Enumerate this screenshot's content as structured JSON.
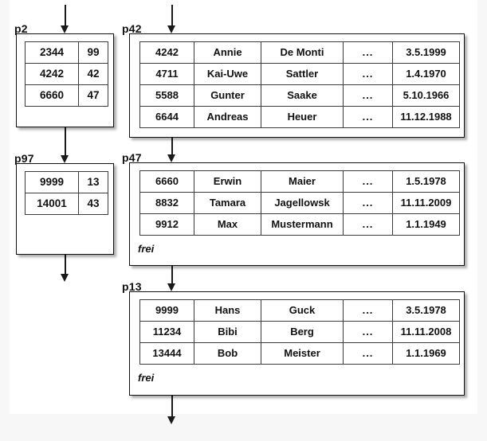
{
  "diagram": {
    "title": "B-tree index pages with data pages",
    "background_color": "#f7f7f7",
    "canvas_color": "#ffffff",
    "line_color": "#1a1a1a"
  },
  "index_pages": [
    {
      "caption": "p2",
      "rows": [
        {
          "key": "2344",
          "pointer": "99"
        },
        {
          "key": "4242",
          "pointer": "42"
        },
        {
          "key": "6660",
          "pointer": "47"
        }
      ]
    },
    {
      "caption": "p97",
      "rows": [
        {
          "key": "9999",
          "pointer": "13"
        },
        {
          "key": "14001",
          "pointer": "43"
        }
      ]
    }
  ],
  "data_pages": [
    {
      "caption": "p42",
      "free_label": "",
      "rows": [
        {
          "id": "4242",
          "first": "Annie",
          "last": "De Monti",
          "more": "...",
          "date": "3.5.1999"
        },
        {
          "id": "4711",
          "first": "Kai-Uwe",
          "last": "Sattler",
          "more": "...",
          "date": "1.4.1970"
        },
        {
          "id": "5588",
          "first": "Gunter",
          "last": "Saake",
          "more": "...",
          "date": "5.10.1966"
        },
        {
          "id": "6644",
          "first": "Andreas",
          "last": "Heuer",
          "more": "...",
          "date": "11.12.1988"
        }
      ]
    },
    {
      "caption": "p47",
      "free_label": "frei",
      "rows": [
        {
          "id": "6660",
          "first": "Erwin",
          "last": "Maier",
          "more": "...",
          "date": "1.5.1978"
        },
        {
          "id": "8832",
          "first": "Tamara",
          "last": "Jagellowsk",
          "more": "...",
          "date": "11.11.2009"
        },
        {
          "id": "9912",
          "first": "Max",
          "last": "Mustermann",
          "more": "...",
          "date": "1.1.1949"
        }
      ]
    },
    {
      "caption": "p13",
      "free_label": "frei",
      "rows": [
        {
          "id": "9999",
          "first": "Hans",
          "last": "Guck",
          "more": "...",
          "date": "3.5.1978"
        },
        {
          "id": "11234",
          "first": "Bibi",
          "last": "Berg",
          "more": "...",
          "date": "11.11.2008"
        },
        {
          "id": "13444",
          "first": "Bob",
          "last": "Meister",
          "more": "...",
          "date": "1.1.1969"
        }
      ]
    }
  ]
}
